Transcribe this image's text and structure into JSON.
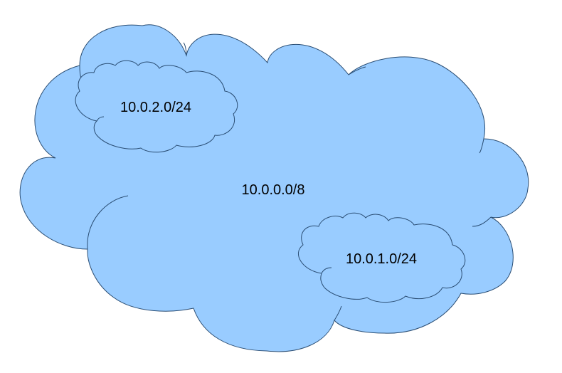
{
  "diagram": {
    "fill_color": "#99ccff",
    "stroke_color": "#2a4d73",
    "outer_network": {
      "label": "10.0.0.0/8"
    },
    "subnet_top_left": {
      "label": "10.0.2.0/24"
    },
    "subnet_bottom_right": {
      "label": "10.0.1.0/24"
    }
  }
}
